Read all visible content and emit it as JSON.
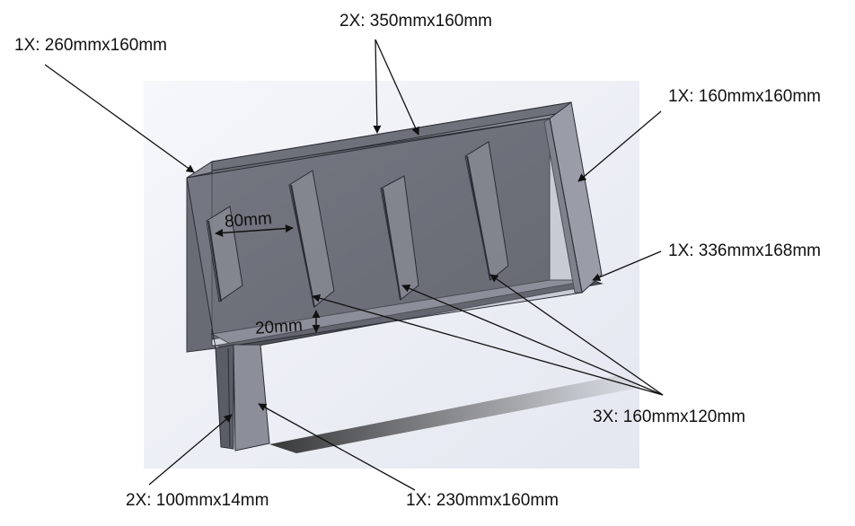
{
  "colors": {
    "background_panel": "#eef0f6",
    "body_dark": "#5c5e68",
    "body_mid": "#7c7e88",
    "body_light": "#a4a6b2",
    "edge": "#2b2d35",
    "shadow": "#1a1a1a",
    "leader": "#111111"
  },
  "callouts": {
    "back_panel": "1X: 260mmx160mm",
    "long_walls": "2X: 350mmx160mm",
    "side_panel": "1X: 160mmx160mm",
    "bottom_panel": "1X: 336mmx168mm",
    "dividers": "3X: 160mmx120mm",
    "legs": "2X: 100mmx14mm",
    "leg_panel": "1X: 230mmx160mm"
  },
  "dimensions": {
    "spacing": "80mm",
    "height": "20mm"
  }
}
